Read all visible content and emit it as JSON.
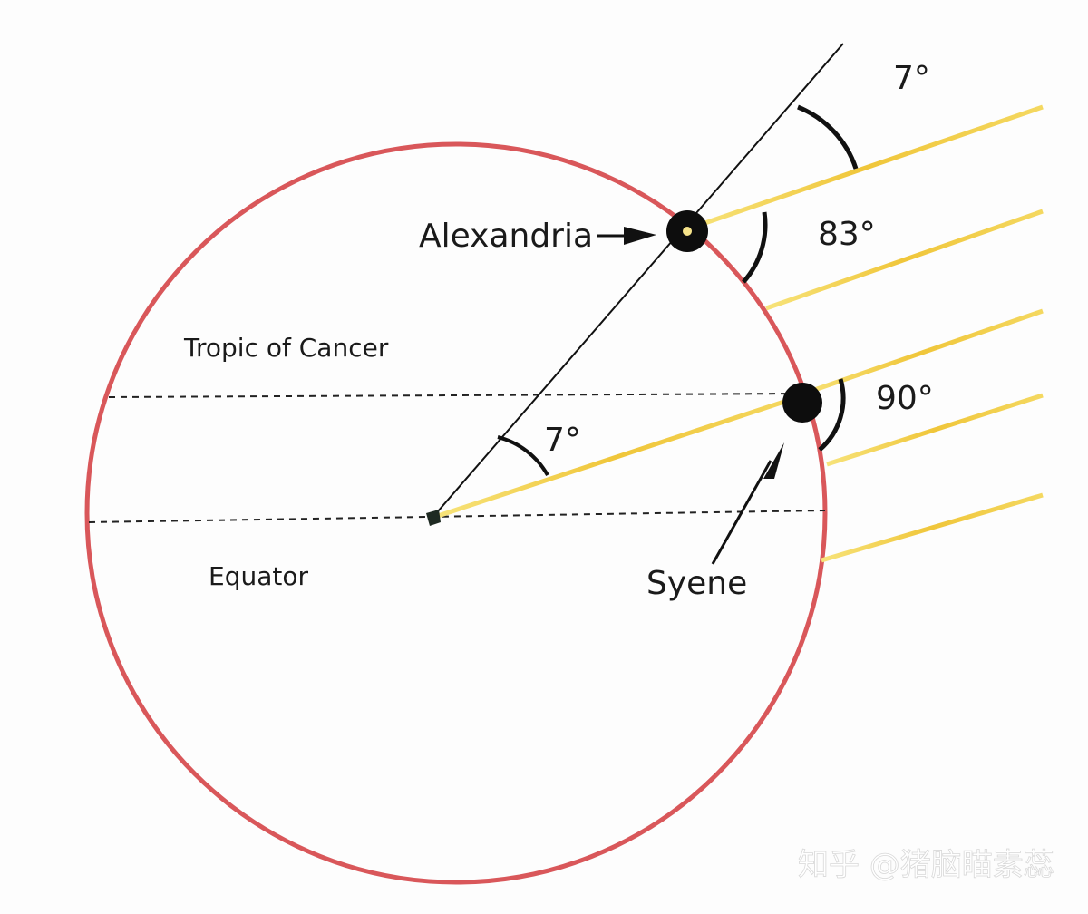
{
  "labels": {
    "alexandria": "Alexandria",
    "syene": "Syene",
    "tropic_of_cancer": "Tropic of Cancer",
    "equator": "Equator"
  },
  "angles": {
    "sun_angle_top": "7°",
    "alexandria_angle": "83°",
    "syene_angle": "90°",
    "center_angle": "7°"
  },
  "watermark": "知乎 @猪脑瞄素蕊",
  "colors": {
    "circle": "#d9575a",
    "sun_ray": "#f3d24a",
    "sun_ray_glow": "#f6e79a",
    "line": "#111111",
    "dot": "#0d0d0d"
  },
  "icons": {
    "alexandria_pointer": "arrow-right-icon",
    "syene_pointer": "arrow-up-icon"
  }
}
